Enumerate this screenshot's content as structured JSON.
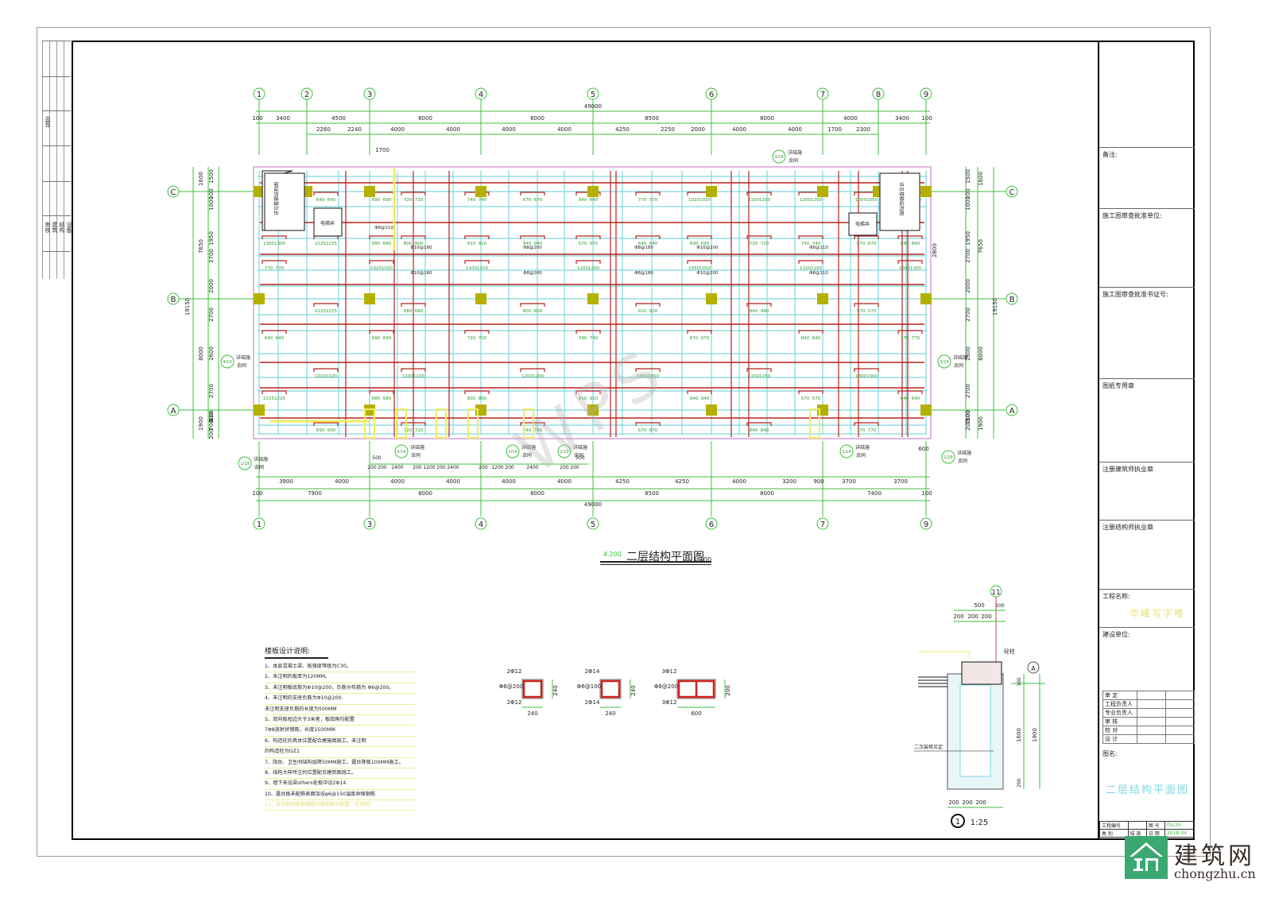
{
  "sheet": {
    "drawing_title": "二层结构平面图",
    "scale": "1:100",
    "elevation_mark": "4.200",
    "watermark": "WPS"
  },
  "binding_strip": {
    "labels": [
      "会签",
      "审核",
      "建筑",
      "结构",
      "设备"
    ]
  },
  "grid": {
    "top_axes": [
      "1",
      "2",
      "3",
      "4",
      "5",
      "6",
      "7",
      "8",
      "9"
    ],
    "bottom_axes": [
      "1",
      "3",
      "4",
      "5",
      "6",
      "7",
      "9"
    ],
    "row_axes": [
      "C",
      "B",
      "A"
    ],
    "top_total": "49000",
    "top_row1": [
      "100",
      "3400",
      "4500",
      "8000",
      "8000",
      "8500",
      "8000",
      "4000",
      "3400",
      "100"
    ],
    "top_row2": [
      "2260",
      "2240",
      "4000",
      "4000",
      "4000",
      "4000",
      "4250",
      "2250",
      "2000",
      "4000",
      "4000",
      "1700",
      "2300"
    ],
    "top_extra": "1700",
    "bottom_row_detail": [
      "500",
      "200",
      "200",
      "2400",
      "200",
      "1200",
      "200",
      "2400",
      "200",
      "1200",
      "200",
      "2400",
      "200",
      "200",
      "500"
    ],
    "bottom_row1": [
      "3900",
      "4000",
      "4000",
      "4000",
      "4000",
      "4000",
      "4250",
      "4250",
      "4000",
      "3200",
      "900",
      "3700",
      "3700"
    ],
    "bottom_row2": [
      "100",
      "7900",
      "8000",
      "8000",
      "8500",
      "8000",
      "7400",
      "100"
    ],
    "bottom_total": "49000",
    "bottom_extra": "600",
    "left_dims_inner": [
      "1500",
      "100",
      "1000",
      "1950",
      "2700",
      "2000",
      "2700",
      "2600",
      "2700",
      "100",
      "800",
      "700",
      "200"
    ],
    "left_dims_mid": [
      "1600",
      "7650",
      "8000",
      "1900"
    ],
    "left_total": "19150",
    "right_dims_inner": [
      "1500",
      "100",
      "1000",
      "1950",
      "2700",
      "2000",
      "2700",
      "2600",
      "2700",
      "100",
      "1500",
      "200"
    ],
    "right_dims_mid": [
      "1600",
      "7650",
      "8000",
      "1900"
    ],
    "right_total": "19150",
    "right_extra": "2800"
  },
  "plan_labels": {
    "stair": "详见楼梯结构图",
    "elevator": "电梯井",
    "detail_ref": "详结施",
    "detail_ref2": "余同",
    "detail_refs": [
      "1/19",
      "2/19",
      "3/19",
      "4/19"
    ],
    "rebar_labels": [
      "Φ8@110",
      "Φ10@180",
      "Φ8@200",
      "Φ8@180",
      "Φ10@200"
    ],
    "rebar_values": [
      "570",
      "640",
      "690",
      "720",
      "740",
      "670",
      "840",
      "770",
      "1020",
      "1100",
      "1200",
      "1050",
      "1150",
      "1300",
      "2225",
      "680",
      "800",
      "910",
      "940"
    ]
  },
  "notes": {
    "heading": "楼板设计说明:",
    "lines": [
      "1、本层混凝土梁、板强度等级为C30。",
      "2、未注明的板厚为120MM。",
      "3、未注明板底筋为Φ10@200，负筋分布筋为 Φ6@200。",
      "4、未注明的支座负筋为Φ10@200.",
      "未注明支座负筋的长度为500MM",
      "5、双向板短边大于3米者，板四角均配置",
      "   7Φ8放射状钢筋，长度1500MM.",
      "6、构造柱的具体位置配合建施图施工，未注明",
      "   的构造柱为GZ1",
      "7、阳台、卫生间结构层降50MM施工，露台降板100MM施工。",
      "8、结构大样所注的位置配合建筑图施工。",
      "9、墙下未设梁others处板中设2Φ14.",
      "10、露台板未配筋表面加设φ6@150温度收缩钢筋"
    ],
    "highlight_line": "11、未注明的楼板钢筋均按照图示配置（见说明）"
  },
  "sections": [
    {
      "top": "2Φ12",
      "stirrup": "Φ6@200",
      "bottom": "2Φ12",
      "height": "240",
      "width": "240"
    },
    {
      "top": "2Φ14",
      "stirrup": "Φ6@100",
      "bottom": "2Φ14",
      "height": "240",
      "width": "240"
    },
    {
      "top": "3Φ12",
      "stirrup": "Φ8@200",
      "bottom": "3Φ12",
      "height": "200",
      "width": "600"
    }
  ],
  "detail": {
    "axis": "11",
    "axis_a": "A",
    "top_dims": [
      "500",
      "100",
      "200",
      "200",
      "200"
    ],
    "bottom_dims": [
      "200",
      "200",
      "200"
    ],
    "right_dims": [
      "100",
      "1600",
      "1900",
      "200"
    ],
    "label_top": "砼柱",
    "label_mid": "二次装修另定",
    "number": "1",
    "scale": "1:25"
  },
  "title_block": {
    "remark": "备注:",
    "approval_unit": "施工图审查批准单位:",
    "approval_cert": "施工图审查批准书证号:",
    "drawing_seal": "图纸专用章",
    "architect_seal": "注册建筑师执业章",
    "structural_seal": "注册结构师执业章",
    "project_name_label": "工程名称:",
    "project_name": "华峰写字楼",
    "client_label": "建设单位:",
    "sign_rows": [
      "审  定",
      "工程负责人",
      "专业负责人",
      "审  核",
      "校  对",
      "设  计"
    ],
    "sheet_name_label": "图名:",
    "sheet_name": "二层结构平面图",
    "project_no_label": "工程编号",
    "sheet_no_label": "图  号",
    "sheet_no": "05/20",
    "category_label": "类  别",
    "category": "结  施",
    "date_label": "日  期",
    "date": "2018-04"
  },
  "logo": {
    "cn": "建筑网",
    "en": "chongzhu.cn"
  },
  "colors": {
    "grid_green": "#3cbf3c",
    "beam_cyan": "#7fd8e0",
    "rebar_red": "#b8221c",
    "column_olive": "#b5b000",
    "outline_magenta": "#c070c0",
    "highlight_yellow": "#f0ec60"
  }
}
